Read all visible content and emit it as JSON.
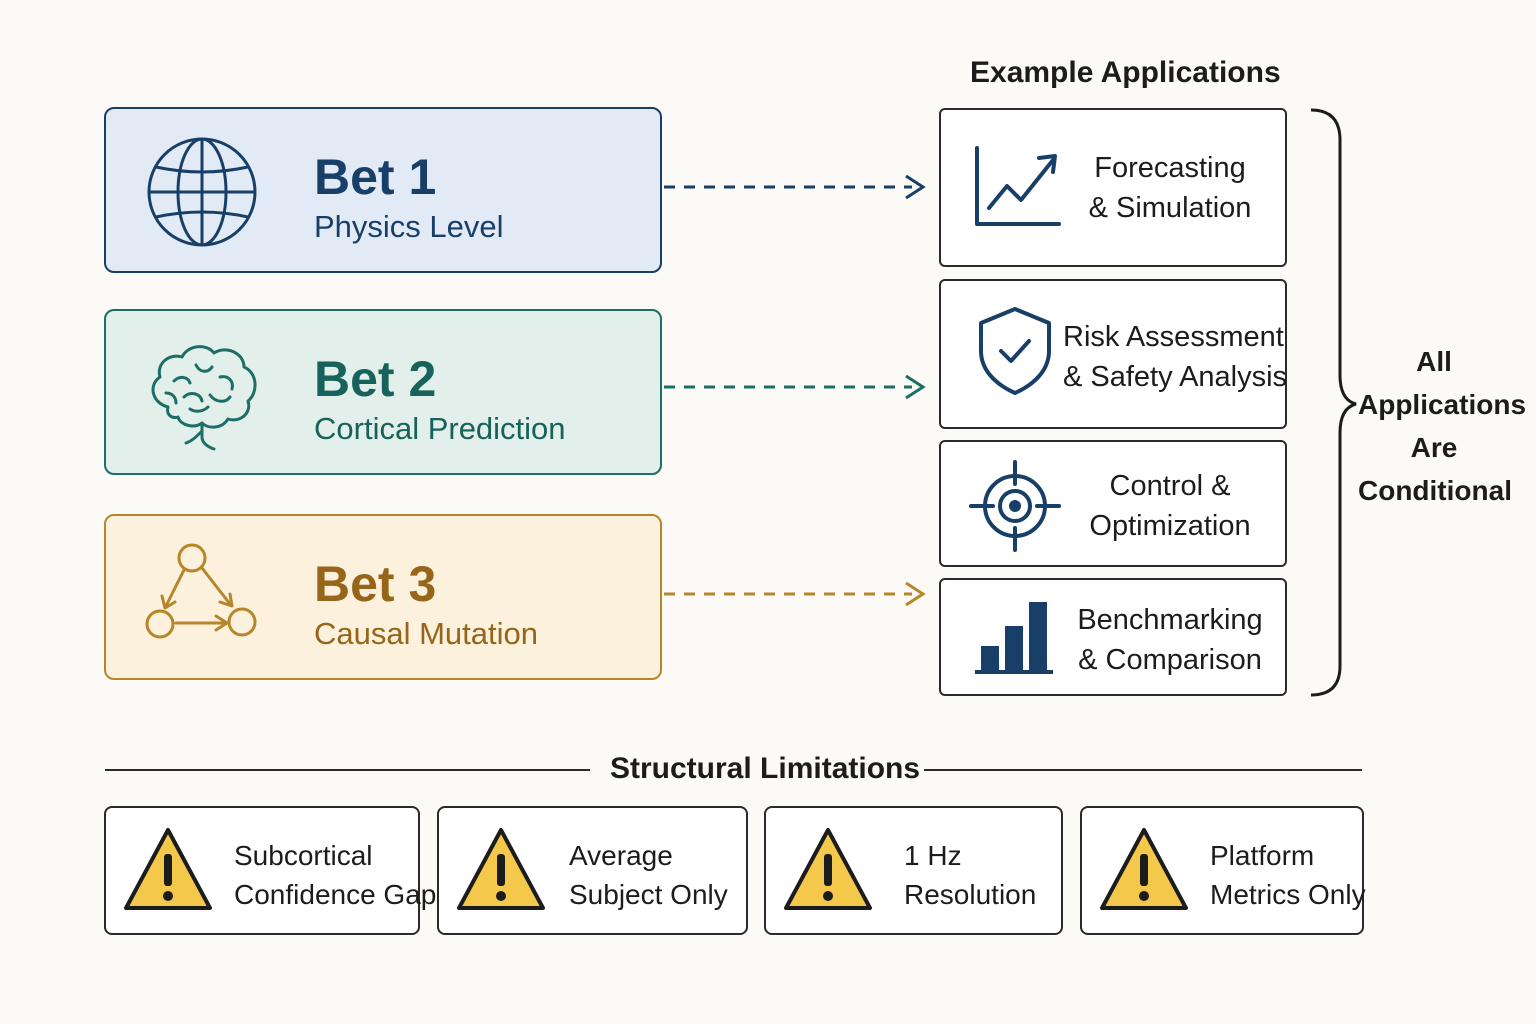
{
  "bets": [
    {
      "title": "Bet 1",
      "subtitle": "Physics Level",
      "icon": "globe-icon",
      "color": "#173f68"
    },
    {
      "title": "Bet 2",
      "subtitle": "Cortical Prediction",
      "icon": "brain-icon",
      "color": "#17625a"
    },
    {
      "title": "Bet 3",
      "subtitle": "Causal Mutation",
      "icon": "causal-graph-icon",
      "color": "#97651a"
    }
  ],
  "applications": {
    "heading": "Example Applications",
    "items": [
      {
        "line1": "Forecasting",
        "line2": "& Simulation",
        "icon": "trend-chart-icon"
      },
      {
        "line1": "Risk Assessment",
        "line2": "& Safety Analysis",
        "icon": "shield-check-icon"
      },
      {
        "line1": "Control &",
        "line2": "Optimization",
        "icon": "target-icon"
      },
      {
        "line1": "Benchmarking",
        "line2": "& Comparison",
        "icon": "bar-chart-icon"
      }
    ],
    "note": [
      "All",
      "Applications",
      "Are",
      "Conditional"
    ]
  },
  "limitations": {
    "heading": "Structural Limitations",
    "items": [
      {
        "line1": "Subcortical",
        "line2": "Confidence Gap",
        "icon": "warning-icon"
      },
      {
        "line1": "Average",
        "line2": "Subject Only",
        "icon": "warning-icon"
      },
      {
        "line1": "1 Hz",
        "line2": "Resolution",
        "icon": "warning-icon"
      },
      {
        "line1": "Platform",
        "line2": "Metrics Only",
        "icon": "warning-icon"
      }
    ]
  },
  "colors": {
    "navy": "#173f68",
    "teal": "#1d6e66",
    "gold": "#b8862a",
    "warning": "#f4c84a"
  }
}
